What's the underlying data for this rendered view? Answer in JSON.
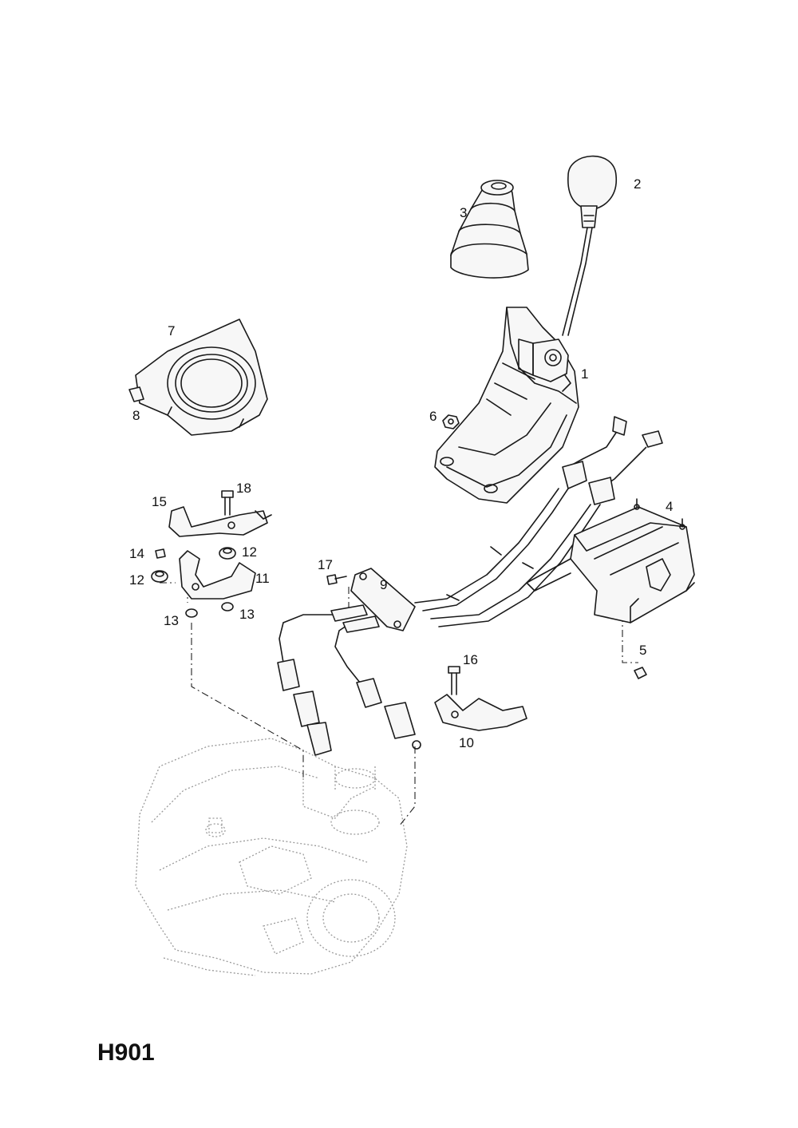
{
  "page_code": "H901",
  "callouts": [
    {
      "id": "1",
      "text": "1"
    },
    {
      "id": "2",
      "text": "2"
    },
    {
      "id": "3",
      "text": "3"
    },
    {
      "id": "4",
      "text": "4"
    },
    {
      "id": "5",
      "text": "5"
    },
    {
      "id": "6",
      "text": "6"
    },
    {
      "id": "7",
      "text": "7"
    },
    {
      "id": "8",
      "text": "8"
    },
    {
      "id": "9",
      "text": "9"
    },
    {
      "id": "10",
      "text": "10"
    },
    {
      "id": "11",
      "text": "11"
    },
    {
      "id": "12a",
      "text": "12"
    },
    {
      "id": "12b",
      "text": "12"
    },
    {
      "id": "13a",
      "text": "13"
    },
    {
      "id": "13b",
      "text": "13"
    },
    {
      "id": "14",
      "text": "14"
    },
    {
      "id": "15",
      "text": "15"
    },
    {
      "id": "16",
      "text": "16"
    },
    {
      "id": "17",
      "text": "17"
    },
    {
      "id": "18",
      "text": "18"
    }
  ]
}
